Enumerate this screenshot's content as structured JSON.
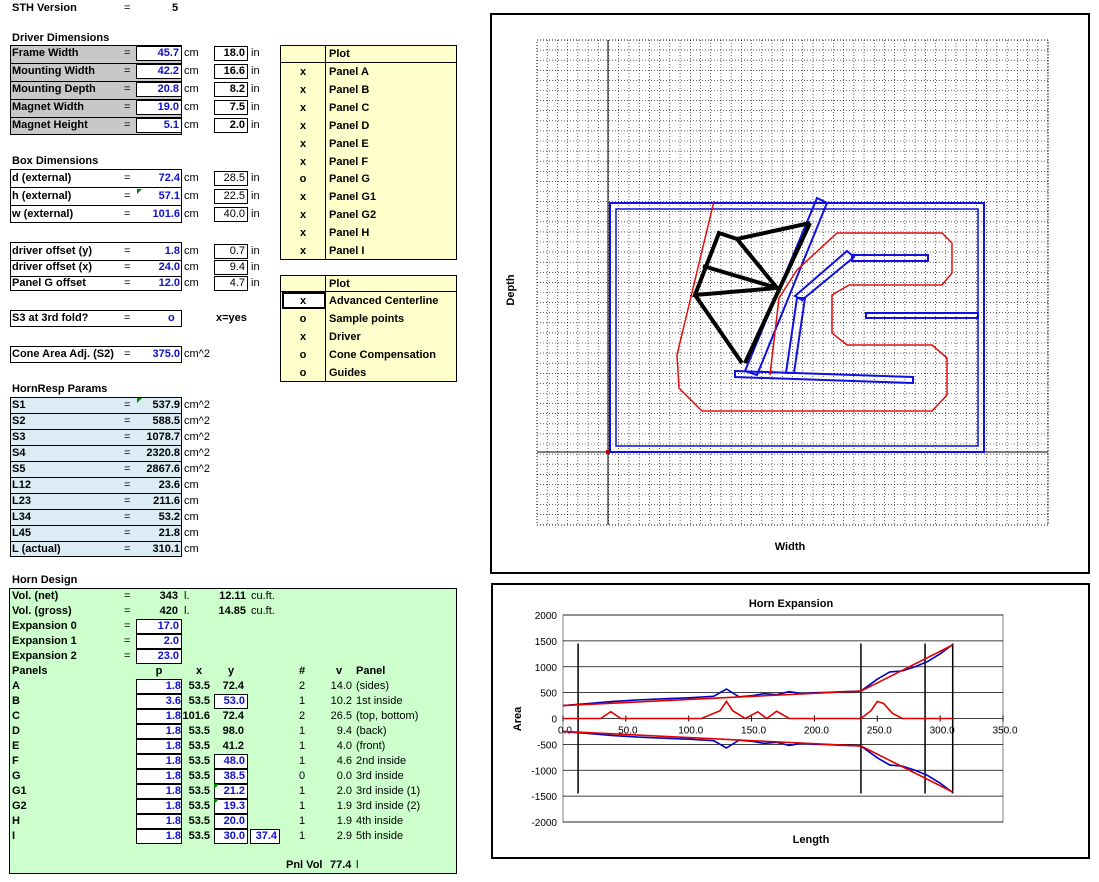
{
  "top": {
    "label": "STH Version",
    "eq": "=",
    "value": "5"
  },
  "driver": {
    "title": "Driver Dimensions",
    "rows": [
      {
        "label": "Frame Width",
        "eq": "=",
        "cm": "45.7",
        "u1": "cm",
        "in": "18.0",
        "u2": "in"
      },
      {
        "label": "Mounting Width",
        "eq": "=",
        "cm": "42.2",
        "u1": "cm",
        "in": "16.6",
        "u2": "in"
      },
      {
        "label": "Mounting Depth",
        "eq": "=",
        "cm": "20.8",
        "u1": "cm",
        "in": "8.2",
        "u2": "in"
      },
      {
        "label": "Magnet Width",
        "eq": "=",
        "cm": "19.0",
        "u1": "cm",
        "in": "7.5",
        "u2": "in"
      },
      {
        "label": "Magnet Height",
        "eq": "=",
        "cm": "5.1",
        "u1": "cm",
        "in": "2.0",
        "u2": "in"
      }
    ]
  },
  "box": {
    "title": "Box Dimensions",
    "rows": [
      {
        "label": "d (external)",
        "eq": "=",
        "cm": "72.4",
        "u1": "cm",
        "in": "28.5",
        "u2": "in"
      },
      {
        "label": "h (external)",
        "eq": "=",
        "cm": "57.1",
        "u1": "cm",
        "in": "22.5",
        "u2": "in"
      },
      {
        "label": "w (external)",
        "eq": "=",
        "cm": "101.6",
        "u1": "cm",
        "in": "40.0",
        "u2": "in"
      }
    ],
    "offsets": [
      {
        "label": "driver offset (y)",
        "eq": "=",
        "cm": "1.8",
        "u1": "cm",
        "in": "0.7",
        "u2": "in"
      },
      {
        "label": "driver offset (x)",
        "eq": "=",
        "cm": "24.0",
        "u1": "cm",
        "in": "9.4",
        "u2": "in"
      },
      {
        "label": "Panel G offset",
        "eq": "=",
        "cm": "12.0",
        "u1": "cm",
        "in": "4.7",
        "u2": "in"
      }
    ],
    "s3fold": {
      "label": "S3 at 3rd fold?",
      "eq": "=",
      "value": "o",
      "hint": "x=yes"
    },
    "cone": {
      "label": "Cone Area Adj. (S2)",
      "eq": "=",
      "value": "375.0",
      "unit": "cm^2"
    }
  },
  "plot1": {
    "header": "Plot",
    "rows": [
      {
        "mark": "x",
        "name": "Panel A"
      },
      {
        "mark": "x",
        "name": "Panel B"
      },
      {
        "mark": "x",
        "name": "Panel C"
      },
      {
        "mark": "x",
        "name": "Panel D"
      },
      {
        "mark": "x",
        "name": "Panel E"
      },
      {
        "mark": "x",
        "name": "Panel F"
      },
      {
        "mark": "o",
        "name": "Panel G"
      },
      {
        "mark": "x",
        "name": "Panel G1"
      },
      {
        "mark": "x",
        "name": "Panel G2"
      },
      {
        "mark": "x",
        "name": "Panel H"
      },
      {
        "mark": "x",
        "name": "Panel I"
      }
    ]
  },
  "plot2": {
    "header": "Plot",
    "rows": [
      {
        "mark": "x",
        "name": "Advanced Centerline"
      },
      {
        "mark": "o",
        "name": "Sample points"
      },
      {
        "mark": "x",
        "name": "Driver"
      },
      {
        "mark": "o",
        "name": "Cone Compensation"
      },
      {
        "mark": "o",
        "name": "Guides"
      }
    ]
  },
  "hornresp": {
    "title": "HornResp Params",
    "rows": [
      {
        "label": "S1",
        "eq": "=",
        "value": "537.9",
        "unit": "cm^2"
      },
      {
        "label": "S2",
        "eq": "=",
        "value": "588.5",
        "unit": "cm^2"
      },
      {
        "label": "S3",
        "eq": "=",
        "value": "1078.7",
        "unit": "cm^2"
      },
      {
        "label": "S4",
        "eq": "=",
        "value": "2320.8",
        "unit": "cm^2"
      },
      {
        "label": "S5",
        "eq": "=",
        "value": "2867.6",
        "unit": "cm^2"
      },
      {
        "label": "L12",
        "eq": "=",
        "value": "23.6",
        "unit": "cm"
      },
      {
        "label": "L23",
        "eq": "=",
        "value": "211.6",
        "unit": "cm"
      },
      {
        "label": "L34",
        "eq": "=",
        "value": "53.2",
        "unit": "cm"
      },
      {
        "label": "L45",
        "eq": "=",
        "value": "21.8",
        "unit": "cm"
      },
      {
        "label": "L (actual)",
        "eq": "=",
        "value": "310.1",
        "unit": "cm"
      }
    ]
  },
  "horn": {
    "title": "Horn Design",
    "vnet": {
      "label": "Vol. (net)",
      "eq": "=",
      "v1": "343",
      "u1": "l.",
      "v2": "12.11",
      "u2": "cu.ft."
    },
    "vgross": {
      "label": "Vol. (gross)",
      "eq": "=",
      "v1": "420",
      "u1": "l.",
      "v2": "14.85",
      "u2": "cu.ft."
    },
    "exps": [
      {
        "label": "Expansion 0",
        "eq": "=",
        "value": "17.0"
      },
      {
        "label": "Expansion 1",
        "eq": "=",
        "value": "2.0"
      },
      {
        "label": "Expansion 2",
        "eq": "=",
        "value": "23.0"
      }
    ],
    "headers": {
      "panels": "Panels",
      "p": "p",
      "x": "x",
      "y": "y",
      "n": "#",
      "v": "v",
      "panel": "Panel"
    },
    "panels": [
      {
        "name": "A",
        "p": "1.8",
        "x": "53.5",
        "y": "72.4",
        "y2": "",
        "n": "2",
        "v": "14.0",
        "desc": "(sides)"
      },
      {
        "name": "B",
        "p": "3.6",
        "x": "53.5",
        "y": "53.0",
        "y2": "",
        "n": "1",
        "v": "10.2",
        "desc": "1st inside"
      },
      {
        "name": "C",
        "p": "1.8",
        "x": "101.6",
        "y": "72.4",
        "y2": "",
        "n": "2",
        "v": "26.5",
        "desc": "(top, bottom)"
      },
      {
        "name": "D",
        "p": "1.8",
        "x": "53.5",
        "y": "98.0",
        "y2": "",
        "n": "1",
        "v": "9.4",
        "desc": "(back)"
      },
      {
        "name": "E",
        "p": "1.8",
        "x": "53.5",
        "y": "41.2",
        "y2": "",
        "n": "1",
        "v": "4.0",
        "desc": "(front)"
      },
      {
        "name": "F",
        "p": "1.8",
        "x": "53.5",
        "y": "48.0",
        "y2": "",
        "n": "1",
        "v": "4.6",
        "desc": "2nd inside"
      },
      {
        "name": "G",
        "p": "1.8",
        "x": "53.5",
        "y": "38.5",
        "y2": "",
        "n": "0",
        "v": "0.0",
        "desc": "3rd inside"
      },
      {
        "name": "G1",
        "p": "1.8",
        "x": "53.5",
        "y": "21.2",
        "y2": "",
        "n": "1",
        "v": "2.0",
        "desc": "3rd inside (1)"
      },
      {
        "name": "G2",
        "p": "1.8",
        "x": "53.5",
        "y": "19.3",
        "y2": "",
        "n": "1",
        "v": "1.9",
        "desc": "3rd inside (2)"
      },
      {
        "name": "H",
        "p": "1.8",
        "x": "53.5",
        "y": "20.0",
        "y2": "",
        "n": "1",
        "v": "1.9",
        "desc": "4th inside"
      },
      {
        "name": "I",
        "p": "1.8",
        "x": "53.5",
        "y": "30.0",
        "y2": "37.4",
        "n": "1",
        "v": "2.9",
        "desc": "5th inside"
      }
    ],
    "pnlvol": {
      "label": "Pnl Vol",
      "value": "77.4",
      "unit": "l"
    }
  },
  "colors": {
    "grey": "#c8c8c8",
    "lightblue": "#dcecf5",
    "yellow": "#ffffcc",
    "green": "#ccffcc",
    "blueText": "#1010d0",
    "series_blue": "#0000c0",
    "series_red": "#e00000"
  },
  "chart_data": [
    {
      "type": "line",
      "title": "",
      "xlabel": "Width",
      "ylabel": "Depth",
      "grid": true,
      "note": "Horn panel layout drawing (blue panels, red centerline, black driver)"
    },
    {
      "type": "line",
      "title": "Horn Expansion",
      "xlabel": "Length",
      "ylabel": "Area",
      "xlim": [
        0,
        350
      ],
      "ylim": [
        -2000,
        2000
      ],
      "xticks": [
        "0.0",
        "50.0",
        "100.0",
        "150.0",
        "200.0",
        "250.0",
        "300.0",
        "350.0"
      ],
      "yticks": [
        "2000",
        "1500",
        "1000",
        "500",
        "0",
        "-500",
        "-1000",
        "-1500",
        "-2000"
      ],
      "grid": true,
      "vlines": [
        12,
        237,
        288,
        310
      ],
      "series": [
        {
          "color": "blue",
          "x": [
            0,
            20,
            40,
            60,
            80,
            100,
            120,
            130,
            140,
            150,
            160,
            170,
            180,
            190,
            200,
            210,
            220,
            237,
            250,
            260,
            270,
            280,
            290,
            300,
            310
          ],
          "y": [
            250,
            290,
            330,
            360,
            380,
            400,
            430,
            570,
            420,
            440,
            480,
            460,
            520,
            480,
            500,
            505,
            515,
            530,
            760,
            900,
            920,
            1000,
            1100,
            1250,
            1430
          ]
        },
        {
          "color": "blue",
          "x": [
            0,
            20,
            40,
            60,
            80,
            100,
            120,
            130,
            140,
            150,
            160,
            170,
            180,
            190,
            200,
            210,
            220,
            237,
            250,
            260,
            270,
            280,
            290,
            300,
            310
          ],
          "y": [
            -250,
            -290,
            -330,
            -360,
            -380,
            -400,
            -430,
            -570,
            -420,
            -440,
            -480,
            -460,
            -520,
            -480,
            -500,
            -505,
            -515,
            -530,
            -760,
            -900,
            -920,
            -1000,
            -1100,
            -1250,
            -1430
          ]
        },
        {
          "color": "red",
          "x": [
            0,
            237,
            310
          ],
          "y": [
            250,
            530,
            1420
          ]
        },
        {
          "color": "red",
          "x": [
            0,
            237,
            310
          ],
          "y": [
            -250,
            -530,
            -1420
          ]
        },
        {
          "color": "red",
          "x": [
            0,
            30,
            38,
            46,
            60,
            90,
            110,
            125,
            130,
            135,
            145,
            155,
            162,
            170,
            180,
            237,
            245,
            250,
            255,
            262,
            270,
            310
          ],
          "y": [
            0,
            0,
            130,
            0,
            0,
            0,
            0,
            150,
            330,
            150,
            0,
            130,
            0,
            140,
            0,
            0,
            150,
            330,
            290,
            100,
            0,
            0
          ]
        }
      ]
    }
  ]
}
